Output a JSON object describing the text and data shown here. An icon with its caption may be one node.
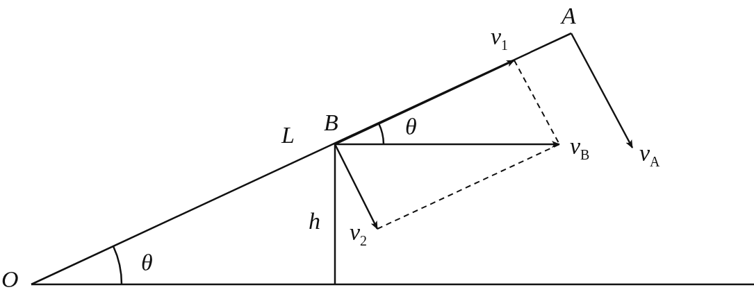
{
  "diagram": {
    "labels": [
      "A",
      "*v*$_{1}$",
      "L",
      "B",
      "θ",
      "*v*$_{B}$",
      "*v*$_{A}$",
      "h",
      "*v*$_{2}$",
      "O",
      "θ"
    ]
  }
}
